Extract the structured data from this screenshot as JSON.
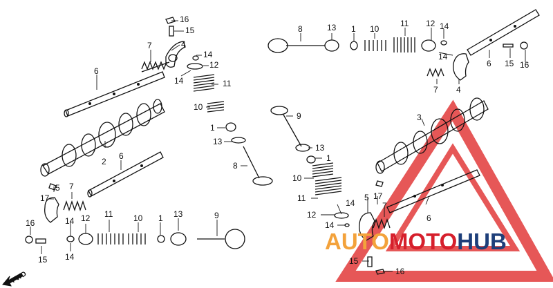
{
  "callouts": {
    "l1": "1",
    "l2": "2",
    "l3": "3",
    "l4": "4",
    "l5": "5",
    "l6": "6",
    "l7": "7",
    "l8": "8",
    "l9": "9",
    "l10": "10",
    "l11": "11",
    "l12": "12",
    "l13": "13",
    "l14": "14",
    "l15": "15",
    "l16": "16",
    "l17": "17"
  },
  "direction_marker": "FWD",
  "watermark": {
    "part1": "AUTO",
    "part2": "MOTO",
    "part3": "HUB",
    "colors": {
      "auto": "#f3a23b",
      "moto": "#d61f2c",
      "hub": "#1e3f7a",
      "triangle": "#e23a3a"
    }
  }
}
